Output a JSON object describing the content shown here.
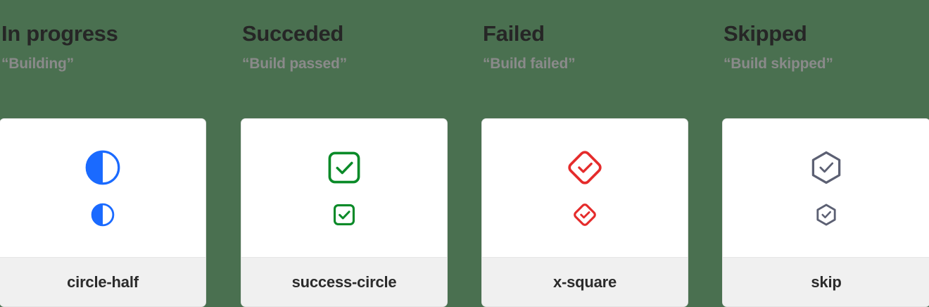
{
  "page": {
    "background_color": "#4a7050",
    "card_background": "#ffffff",
    "card_footer_background": "#f0f0f0",
    "title_color": "#262626",
    "subtitle_color": "#8a8a8a",
    "label_color": "#2b2b2b"
  },
  "columns": [
    {
      "title": "In progress",
      "subtitle": "“Building”",
      "icon_name": "circle-half-icon",
      "icon_label": "circle-half",
      "icon_color": "#1a6aff"
    },
    {
      "title": "Succeded",
      "subtitle": "“Build passed”",
      "icon_name": "success-circle-icon",
      "icon_label": "success-circle",
      "icon_color": "#0a8a28"
    },
    {
      "title": "Failed",
      "subtitle": "“Build failed”",
      "icon_name": "x-square-icon",
      "icon_label": "x-square",
      "icon_color": "#e52b2b"
    },
    {
      "title": "Skipped",
      "subtitle": "“Build skipped”",
      "icon_name": "skip-icon",
      "icon_label": "skip",
      "icon_color": "#5c6073"
    }
  ]
}
